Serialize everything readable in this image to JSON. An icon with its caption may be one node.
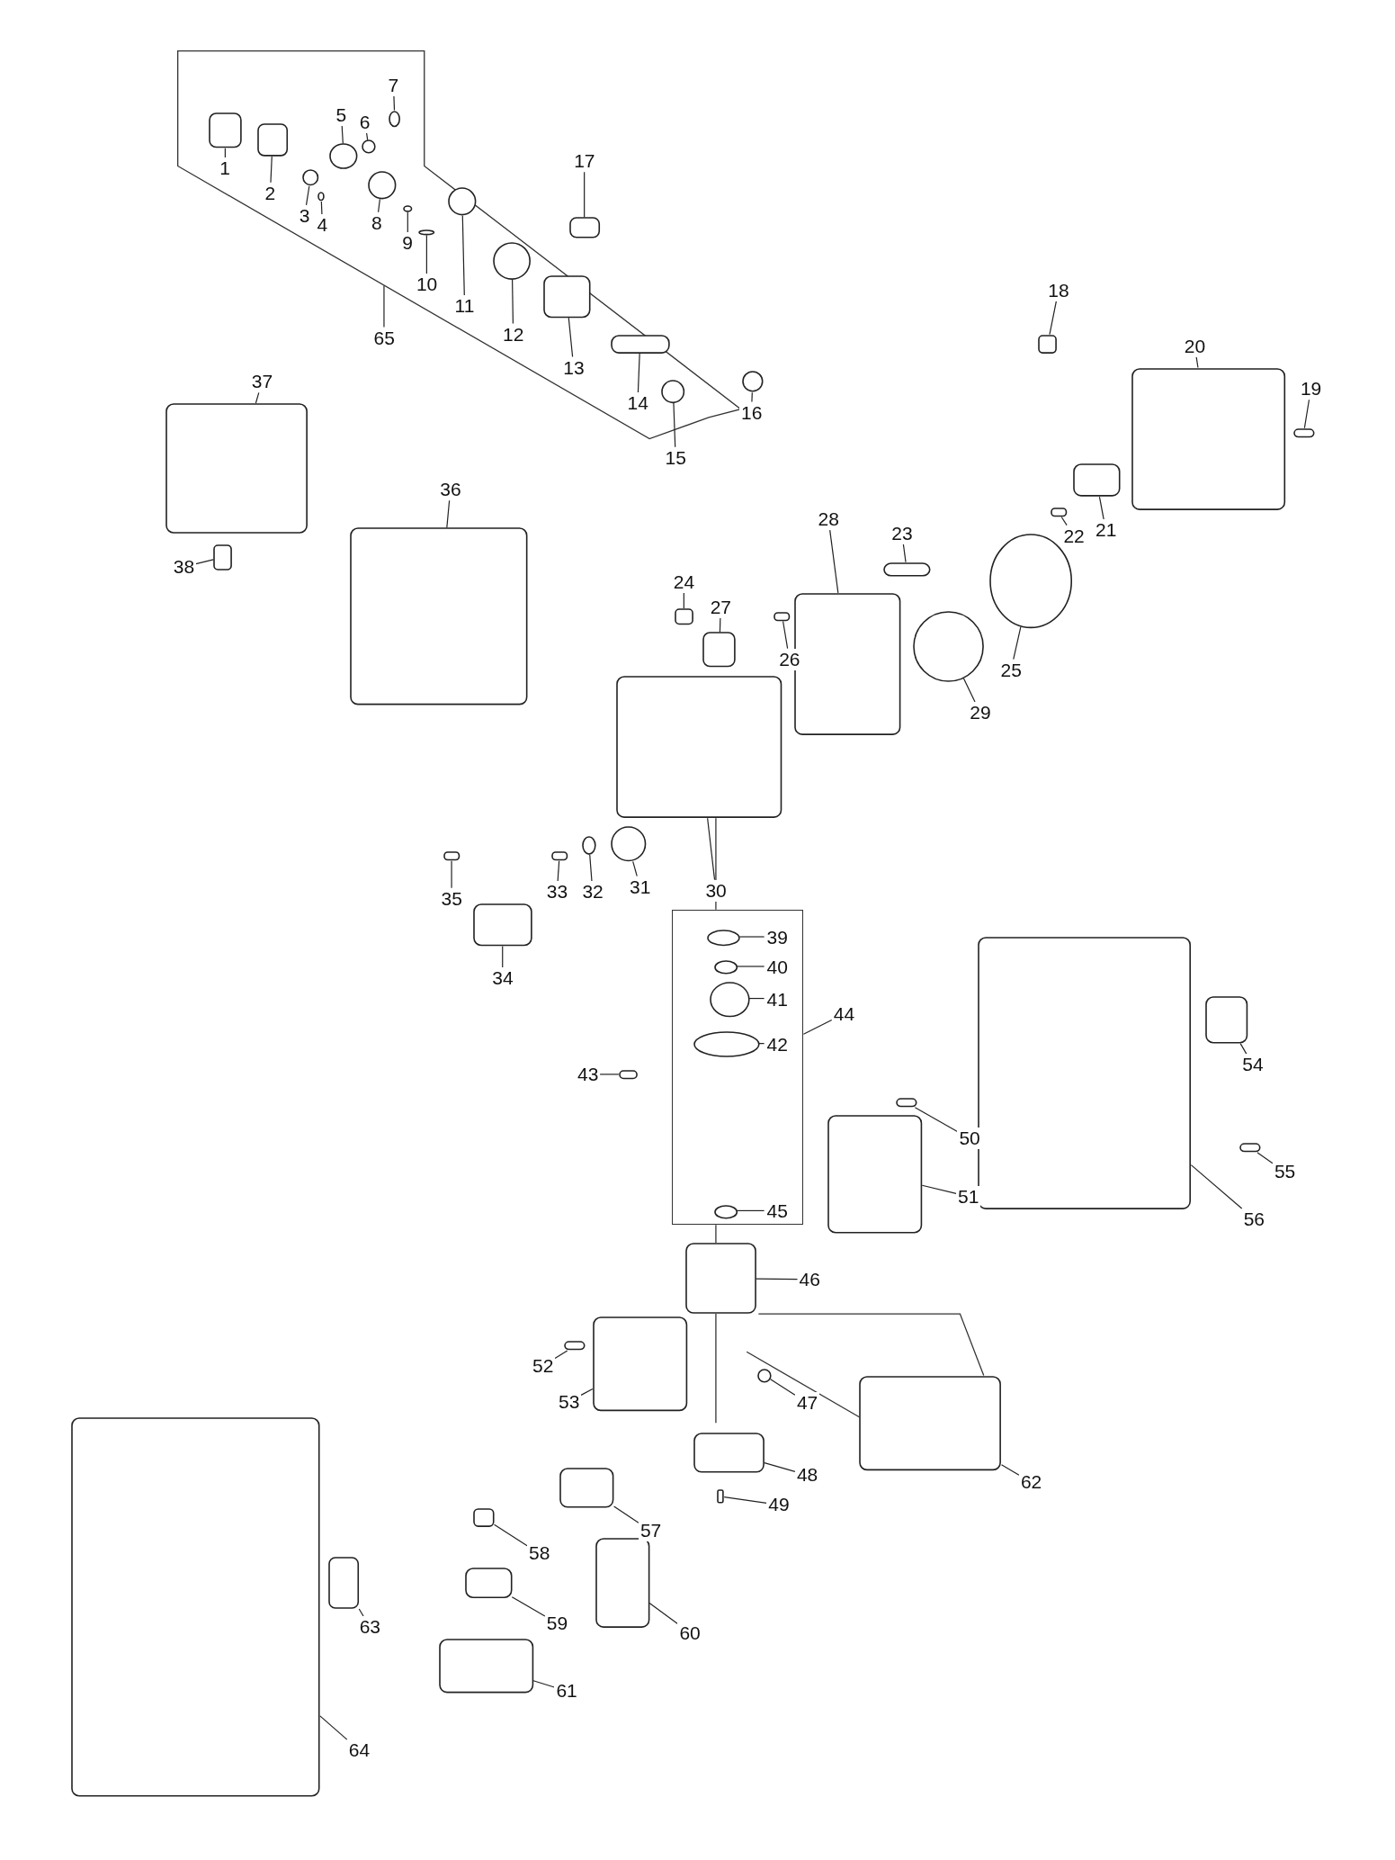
{
  "diagram": {
    "nodes": [
      {
        "text": [],
        "shape": "box"
      },
      {
        "text": [
          "1"
        ]
      },
      {
        "text": [
          "2"
        ]
      },
      {
        "text": [
          "3"
        ]
      },
      {
        "text": [
          "4"
        ]
      },
      {
        "text": [
          "5"
        ]
      },
      {
        "text": [
          "6"
        ]
      },
      {
        "text": [
          "7"
        ]
      },
      {
        "text": [
          "8"
        ]
      },
      {
        "text": [
          "9"
        ]
      },
      {
        "text": [
          "10"
        ]
      },
      {
        "text": [
          "11"
        ]
      },
      {
        "text": [
          "12"
        ]
      },
      {
        "text": [
          "13"
        ]
      },
      {
        "text": [
          "14"
        ]
      },
      {
        "text": [
          "15"
        ]
      },
      {
        "text": [
          "16"
        ]
      },
      {
        "text": [
          "17"
        ]
      },
      {
        "text": [
          "18"
        ]
      },
      {
        "text": [
          "19"
        ]
      },
      {
        "text": [
          "20"
        ]
      },
      {
        "text": [
          "21"
        ]
      },
      {
        "text": [
          "22"
        ]
      },
      {
        "text": [
          "23"
        ]
      },
      {
        "text": [
          "24"
        ]
      },
      {
        "text": [
          "25"
        ]
      },
      {
        "text": [
          "26"
        ]
      },
      {
        "text": [
          "27"
        ]
      },
      {
        "text": [
          "28"
        ]
      },
      {
        "text": [
          "29"
        ]
      },
      {
        "text": [
          "30"
        ]
      },
      {
        "text": [
          "31"
        ]
      },
      {
        "text": [
          "32"
        ]
      },
      {
        "text": [
          "33"
        ]
      },
      {
        "text": [
          "34"
        ]
      },
      {
        "text": [
          "35"
        ]
      },
      {
        "text": [
          "36"
        ]
      },
      {
        "text": [
          "37"
        ]
      },
      {
        "text": [
          "38"
        ]
      },
      {
        "text": [
          "39"
        ],
        "in": 0
      },
      {
        "text": [
          "40"
        ],
        "in": 0
      },
      {
        "text": [
          "41"
        ],
        "in": 0
      },
      {
        "text": [
          "42"
        ],
        "in": 0
      },
      {
        "text": [
          "43"
        ]
      },
      {
        "text": [
          "44"
        ]
      },
      {
        "text": [
          "45"
        ],
        "in": 0
      },
      {
        "text": [
          "46"
        ]
      },
      {
        "text": [
          "47"
        ]
      },
      {
        "text": [
          "48"
        ]
      },
      {
        "text": [
          "49"
        ]
      },
      {
        "text": [
          "50"
        ]
      },
      {
        "text": [
          "51"
        ]
      },
      {
        "text": [
          "52"
        ]
      },
      {
        "text": [
          "53"
        ]
      },
      {
        "text": [
          "54"
        ]
      },
      {
        "text": [
          "55"
        ]
      },
      {
        "text": [
          "56"
        ]
      },
      {
        "text": [
          "57"
        ]
      },
      {
        "text": [
          "58"
        ]
      },
      {
        "text": [
          "59"
        ]
      },
      {
        "text": [
          "60"
        ]
      },
      {
        "text": [
          "61"
        ]
      },
      {
        "text": [
          "62"
        ]
      },
      {
        "text": [
          "63"
        ]
      },
      {
        "text": [
          "64"
        ]
      },
      {
        "text": [
          "65"
        ]
      },
      {
        "text": [],
        "shape": "box"
      },
      {
        "text": [],
        "shape": "box"
      },
      {
        "text": [],
        "shape": "circle"
      },
      {
        "text": [],
        "shape": "circle"
      },
      {
        "text": [],
        "shape": "circle"
      },
      {
        "text": [],
        "shape": "circle"
      },
      {
        "text": [],
        "shape": "circle"
      },
      {
        "text": [],
        "shape": "circle"
      },
      {
        "text": [],
        "shape": "circle"
      },
      {
        "text": [],
        "shape": "circle"
      },
      {
        "text": [],
        "shape": "circle"
      },
      {
        "text": [],
        "shape": "circle"
      },
      {
        "text": [],
        "shape": "box"
      },
      {
        "text": [],
        "shape": "box"
      },
      {
        "text": [],
        "shape": "circle"
      },
      {
        "text": [],
        "shape": "circle"
      },
      {
        "text": [],
        "shape": "box"
      },
      {
        "text": [],
        "shape": "box"
      },
      {
        "text": [],
        "shape": "box"
      },
      {
        "text": [],
        "shape": "box"
      },
      {
        "text": [],
        "shape": "box"
      },
      {
        "text": [],
        "shape": "box"
      },
      {
        "text": [],
        "shape": "box"
      },
      {
        "text": [],
        "shape": "box"
      },
      {
        "text": [],
        "shape": "circle"
      },
      {
        "text": [],
        "shape": "box"
      },
      {
        "text": [],
        "shape": "box"
      },
      {
        "text": [],
        "shape": "box"
      },
      {
        "text": [],
        "shape": "circle"
      },
      {
        "text": [],
        "shape": "box"
      },
      {
        "text": [],
        "shape": "circle"
      },
      {
        "text": [],
        "shape": "circle"
      },
      {
        "text": [],
        "shape": "box"
      },
      {
        "text": [],
        "shape": "box"
      },
      {
        "text": [],
        "shape": "box"
      },
      {
        "text": [],
        "shape": "box"
      },
      {
        "text": [],
        "shape": "box"
      },
      {
        "text": [],
        "shape": "box"
      },
      {
        "text": [],
        "shape": "circle",
        "in": 0
      },
      {
        "text": [],
        "shape": "circle",
        "in": 0
      },
      {
        "text": [],
        "shape": "circle",
        "in": 0
      },
      {
        "text": [],
        "shape": "circle",
        "in": 0
      },
      {
        "text": [],
        "shape": "box"
      },
      {
        "text": [],
        "shape": "circle",
        "in": 0
      },
      {
        "text": [],
        "shape": "box"
      },
      {
        "text": [],
        "shape": "circle"
      },
      {
        "text": [],
        "shape": "box"
      },
      {
        "text": [],
        "shape": "box"
      },
      {
        "text": [],
        "shape": "box"
      },
      {
        "text": [],
        "shape": "box"
      },
      {
        "text": [],
        "shape": "box"
      },
      {
        "text": [],
        "shape": "box"
      },
      {
        "text": [],
        "shape": "box"
      },
      {
        "text": [],
        "shape": "box"
      },
      {
        "text": [],
        "shape": "box"
      },
      {
        "text": [],
        "shape": "box"
      },
      {
        "text": [],
        "shape": "box"
      },
      {
        "text": [],
        "shape": "box"
      },
      {
        "text": [],
        "shape": "box"
      },
      {
        "text": [],
        "shape": "box"
      },
      {
        "text": [],
        "shape": "box"
      },
      {
        "text": [],
        "shape": "box"
      },
      {
        "text": [],
        "shape": "box"
      }
    ],
    "edges": [
      {
        "from": 1,
        "to": 66,
        "arrow": "none"
      },
      {
        "from": 2,
        "to": 67,
        "arrow": "none"
      },
      {
        "from": 3,
        "to": 68,
        "arrow": "none"
      },
      {
        "from": 4,
        "to": 69,
        "arrow": "none"
      },
      {
        "from": 5,
        "to": 70,
        "arrow": "none"
      },
      {
        "from": 6,
        "to": 71,
        "arrow": "none"
      },
      {
        "from": 7,
        "to": 72,
        "arrow": "none"
      },
      {
        "from": 8,
        "to": 73,
        "arrow": "none"
      },
      {
        "from": 9,
        "to": 74,
        "arrow": "none"
      },
      {
        "from": 10,
        "to": 75,
        "arrow": "none"
      },
      {
        "from": 11,
        "to": 76,
        "arrow": "none"
      },
      {
        "from": 12,
        "to": 77,
        "arrow": "none"
      },
      {
        "from": 13,
        "to": 78,
        "arrow": "none"
      },
      {
        "from": 14,
        "to": 79,
        "arrow": "none"
      },
      {
        "from": 15,
        "to": 80,
        "arrow": "none"
      },
      {
        "from": 16,
        "to": 81,
        "arrow": "none"
      },
      {
        "from": 17,
        "to": 82,
        "arrow": "none"
      },
      {
        "from": 18,
        "to": 83,
        "arrow": "none"
      },
      {
        "from": 19,
        "to": 84,
        "arrow": "none"
      },
      {
        "from": 20,
        "to": 85,
        "arrow": "none"
      },
      {
        "from": 21,
        "to": 86,
        "arrow": "none"
      },
      {
        "from": 22,
        "to": 87,
        "arrow": "none"
      },
      {
        "from": 23,
        "to": 88,
        "arrow": "none"
      },
      {
        "from": 24,
        "to": 89,
        "arrow": "none"
      },
      {
        "from": 25,
        "to": 90,
        "arrow": "none"
      },
      {
        "from": 26,
        "to": 91,
        "arrow": "none"
      },
      {
        "from": 27,
        "to": 92,
        "arrow": "none"
      },
      {
        "from": 28,
        "to": 93,
        "arrow": "none"
      },
      {
        "from": 29,
        "to": 94,
        "arrow": "none"
      },
      {
        "from": 30,
        "to": 95,
        "arrow": "none"
      },
      {
        "from": 31,
        "to": 96,
        "arrow": "none"
      },
      {
        "from": 32,
        "to": 97,
        "arrow": "none"
      },
      {
        "from": 33,
        "to": 98,
        "arrow": "none"
      },
      {
        "from": 34,
        "to": 99,
        "arrow": "none"
      },
      {
        "from": 35,
        "to": 100,
        "arrow": "none"
      },
      {
        "from": 36,
        "to": 101,
        "arrow": "none"
      },
      {
        "from": 37,
        "to": 102,
        "arrow": "none"
      },
      {
        "from": 38,
        "to": 103,
        "arrow": "none"
      },
      {
        "from": 39,
        "to": 104,
        "arrow": "none"
      },
      {
        "from": 40,
        "to": 105,
        "arrow": "none"
      },
      {
        "from": 41,
        "to": 106,
        "arrow": "none"
      },
      {
        "from": 42,
        "to": 107,
        "arrow": "none"
      },
      {
        "from": 43,
        "to": 108,
        "arrow": "none"
      },
      {
        "from": 44,
        "to": 0,
        "arrow": "none"
      },
      {
        "from": 45,
        "to": 109,
        "arrow": "none"
      },
      {
        "from": 46,
        "to": 110,
        "arrow": "none"
      },
      {
        "from": 47,
        "to": 111,
        "arrow": "none"
      },
      {
        "from": 48,
        "to": 112,
        "arrow": "none"
      },
      {
        "from": 49,
        "to": 113,
        "arrow": "none"
      },
      {
        "from": 50,
        "to": 114,
        "arrow": "none"
      },
      {
        "from": 51,
        "to": 115,
        "arrow": "none"
      },
      {
        "from": 52,
        "to": 116,
        "arrow": "none"
      },
      {
        "from": 53,
        "to": 117,
        "arrow": "none"
      },
      {
        "from": 54,
        "to": 118,
        "arrow": "none"
      },
      {
        "from": 55,
        "to": 119,
        "arrow": "none"
      },
      {
        "from": 56,
        "to": 120,
        "arrow": "none"
      },
      {
        "from": 57,
        "to": 121,
        "arrow": "none"
      },
      {
        "from": 58,
        "to": 122,
        "arrow": "none"
      },
      {
        "from": 59,
        "to": 123,
        "arrow": "none"
      },
      {
        "from": 60,
        "to": 124,
        "arrow": "none"
      },
      {
        "from": 61,
        "to": 125,
        "arrow": "none"
      },
      {
        "from": 62,
        "to": 126,
        "arrow": "none"
      },
      {
        "from": 63,
        "to": 127,
        "arrow": "none"
      },
      {
        "from": 64,
        "to": 128,
        "arrow": "none"
      },
      {
        "from": 65,
        "to": null,
        "arrow": "none"
      }
    ]
  }
}
